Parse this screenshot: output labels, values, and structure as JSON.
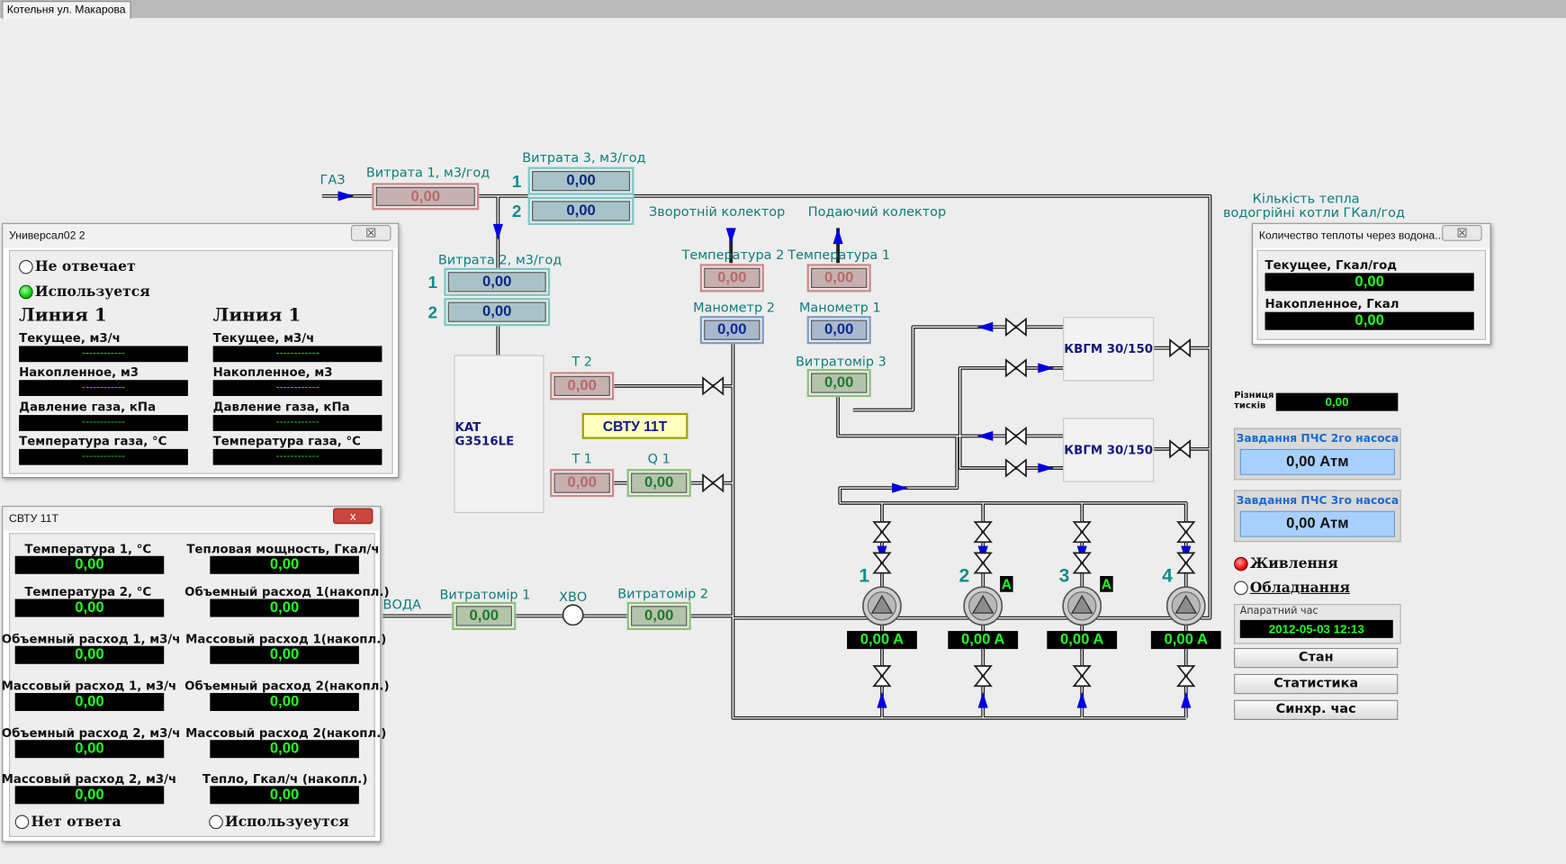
{
  "tab": {
    "title": "Котельня ул. Макарова"
  },
  "schematic": {
    "gas_label": "ГАЗ",
    "water_label": "ВОДА",
    "flow1": {
      "label": "Витрата 1, м3/год",
      "value": "0,00"
    },
    "flow2": {
      "label": "Витрата 2, м3/год",
      "line1": "1",
      "line2": "2",
      "value1": "0,00",
      "value2": "0,00"
    },
    "flow3": {
      "label": "Витрата 3, м3/год",
      "line1": "1",
      "line2": "2",
      "value1": "0,00",
      "value2": "0,00"
    },
    "return_collector": "Зворотній колектор",
    "supply_collector": "Подаючий колектор",
    "temp2": {
      "label": "Температура 2",
      "value": "0,00"
    },
    "temp1": {
      "label": "Температура 1",
      "value": "0,00"
    },
    "manometer2": {
      "label": "Манометр 2",
      "value": "0,00"
    },
    "manometer1": {
      "label": "Манометр 1",
      "value": "0,00"
    },
    "flowmeter3": {
      "label": "Витратомір 3",
      "value": "0,00"
    },
    "engine": "KAT G3516LE",
    "t2": {
      "label": "T 2",
      "value": "0,00"
    },
    "t1": {
      "label": "T 1",
      "value": "0,00"
    },
    "q1": {
      "label": "Q 1",
      "value": "0,00"
    },
    "svtu_tag": "СВТУ 11Т",
    "flowmeter1": {
      "label": "Витратомір 1",
      "value": "0,00"
    },
    "xvo": "ХВО",
    "flowmeter2": {
      "label": "Витратомір 2",
      "value": "0,00"
    },
    "boiler1": "КВГМ 30/150",
    "boiler2": "КВГМ 30/150",
    "heat_caption": {
      "line1": "Кількість тепла",
      "line2": "водогрійні котли ГКал/год"
    },
    "pumps": [
      {
        "num": "1",
        "amps": "0,00 A",
        "badge": ""
      },
      {
        "num": "2",
        "amps": "0,00 A",
        "badge": "A"
      },
      {
        "num": "3",
        "amps": "0,00 A",
        "badge": "A"
      },
      {
        "num": "4",
        "amps": "0,00 A",
        "badge": ""
      }
    ]
  },
  "universal": {
    "title": "Универсал02 2",
    "close": "☒",
    "status_noresp": "Не отвечает",
    "status_used": "Используется",
    "line_a": {
      "title": "Линия 1",
      "current": "Текущее, м3/ч",
      "accum": "Накопленное, м3",
      "pressure": "Давление газа, кПа",
      "temp": "Температура газа, °С",
      "dash": "------------"
    },
    "line_b": {
      "title": "Линия 1",
      "current": "Текущее, м3/ч",
      "accum": "Накопленное, м3",
      "pressure": "Давление газа, кПа",
      "temp": "Температура газа, °С",
      "dash": "------------"
    }
  },
  "svtu": {
    "title": "СВТУ 11Т",
    "close": "x",
    "left": [
      {
        "label": "Температура 1, °С",
        "value": "0,00"
      },
      {
        "label": "Температура 2, °С",
        "value": "0,00"
      },
      {
        "label": "Объемный расход 1, м3/ч",
        "value": "0,00"
      },
      {
        "label": "Массовый расход 1, м3/ч",
        "value": "0,00"
      },
      {
        "label": "Объемный расход 2, м3/ч",
        "value": "0,00"
      },
      {
        "label": "Массовый расход 2, м3/ч",
        "value": "0,00"
      }
    ],
    "right": [
      {
        "label": "Тепловая мощность, Гкал/ч",
        "value": "0,00"
      },
      {
        "label": "Объемный расход 1(накопл.)",
        "value": "0,00"
      },
      {
        "label": "Массовый расход 1(накопл.)",
        "value": "0,00"
      },
      {
        "label": "Объемный расход 2(накопл.)",
        "value": "0,00"
      },
      {
        "label": "Массовый расход 2(накопл.)",
        "value": "0,00"
      },
      {
        "label": "Тепло, Гкал/ч (накопл.)",
        "value": "0,00"
      }
    ],
    "status_noresp": "Нет ответа",
    "status_used": "Используеутся"
  },
  "heat_window": {
    "title": "Количество теплоты через водона...",
    "close": "☒",
    "current_label": "Текущее, Гкал/год",
    "current_value": "0,00",
    "accum_label": "Накопленное, Гкал",
    "accum_value": "0,00"
  },
  "right_panel": {
    "pressure_diff_label": "Різниця тисків",
    "pressure_diff_value": "0,00",
    "pump2_task": {
      "label": "Завдання ПЧС 2го насоса",
      "value": "0,00 Атм"
    },
    "pump3_task": {
      "label": "Завдання ПЧС 3го насоса",
      "value": "0,00 Атм"
    },
    "power_label": "Живлення",
    "equipment_label": "Обладнання",
    "hw_clock_label": "Апаратний час",
    "hw_clock_value": "2012-05-03 12:13",
    "btn_state": "Стан",
    "btn_stats": "Статистика",
    "btn_sync": "Синхр. час"
  },
  "colors": {
    "pipe": "#222222",
    "arrow": "#0000e0",
    "led_green": "#22ff22",
    "title_teal": "#0f7c7c"
  }
}
